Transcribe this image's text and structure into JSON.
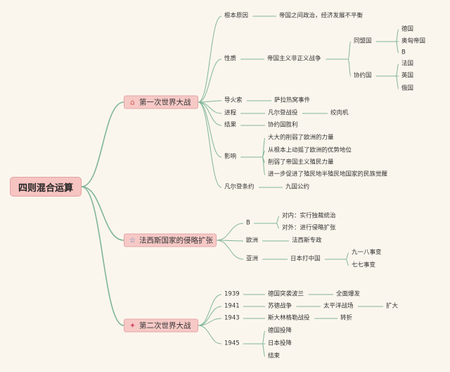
{
  "title": "四则混合运算",
  "branches": [
    {
      "label": "第一次世界大战",
      "icon": "home-icon",
      "children": [
        {
          "label": "根本原因",
          "children": [
            {
              "label": "帝国之间政治，经济发展不平衡"
            }
          ]
        },
        {
          "label": "性质",
          "children": [
            {
              "label": "帝国主义非正义战争",
              "children": [
                {
                  "label": "同盟国",
                  "children": [
                    {
                      "label": "德国"
                    },
                    {
                      "label": "奥匈帝国"
                    },
                    {
                      "label": "B"
                    }
                  ]
                },
                {
                  "label": "协约国",
                  "children": [
                    {
                      "label": "法国"
                    },
                    {
                      "label": "英国"
                    },
                    {
                      "label": "俄国"
                    }
                  ]
                }
              ]
            }
          ]
        },
        {
          "label": "导火索",
          "children": [
            {
              "label": "萨拉热窝事件"
            }
          ]
        },
        {
          "label": "进程",
          "children": [
            {
              "label": "凡尔登战役",
              "children": [
                {
                  "label": "绞肉机"
                }
              ]
            }
          ]
        },
        {
          "label": "结果",
          "children": [
            {
              "label": "协约国胜利"
            }
          ]
        },
        {
          "label": "影响",
          "children": [
            {
              "label": "大大的削弱了欧洲的力量"
            },
            {
              "label": "从根本上动摇了欧洲的优势地位"
            },
            {
              "label": "削弱了帝国主义殖民力量"
            },
            {
              "label": "进一步促进了殖民地半殖民地国家的民族觉醒"
            }
          ]
        },
        {
          "label": "凡尔登条约",
          "children": [
            {
              "label": "九国公约"
            }
          ]
        }
      ]
    },
    {
      "label": "法西斯国家的侵略扩张",
      "icon": "star-icon",
      "children": [
        {
          "label": "B",
          "children": [
            {
              "label": "对内：实行独裁统治"
            },
            {
              "label": "对外：进行侵略扩张"
            }
          ]
        },
        {
          "label": "欧洲",
          "children": [
            {
              "label": "法西斯专政"
            }
          ]
        },
        {
          "label": "亚洲",
          "children": [
            {
              "label": "日本打中国",
              "children": [
                {
                  "label": "九一八事变"
                },
                {
                  "label": "七七事变"
                }
              ]
            }
          ]
        }
      ]
    },
    {
      "label": "第二次世界大战",
      "icon": "sparkle-icon",
      "children": [
        {
          "label": "1939",
          "children": [
            {
              "label": "德国突袭波兰",
              "children": [
                {
                  "label": "全面爆发"
                }
              ]
            }
          ]
        },
        {
          "label": "1941",
          "children": [
            {
              "label": "苏德战争",
              "children": [
                {
                  "label": "太平洋战场",
                  "children": [
                    {
                      "label": "扩大"
                    }
                  ]
                }
              ]
            }
          ]
        },
        {
          "label": "1943",
          "children": [
            {
              "label": "斯大林格勒战役",
              "children": [
                {
                  "label": "转折"
                }
              ]
            }
          ]
        },
        {
          "label": "1945",
          "children": [
            {
              "label": "德国投降"
            },
            {
              "label": "日本投降"
            },
            {
              "label": "结束"
            }
          ]
        }
      ]
    }
  ],
  "colors": {
    "line": "#7fb59a",
    "box_fill": "#f6c9c6",
    "box_border": "#e2a6a6",
    "background": "#fbf6ed",
    "home_icon": "#d9534f",
    "star_icon": "#3f7fc4",
    "sparkle_icon": "#d44b6a"
  }
}
